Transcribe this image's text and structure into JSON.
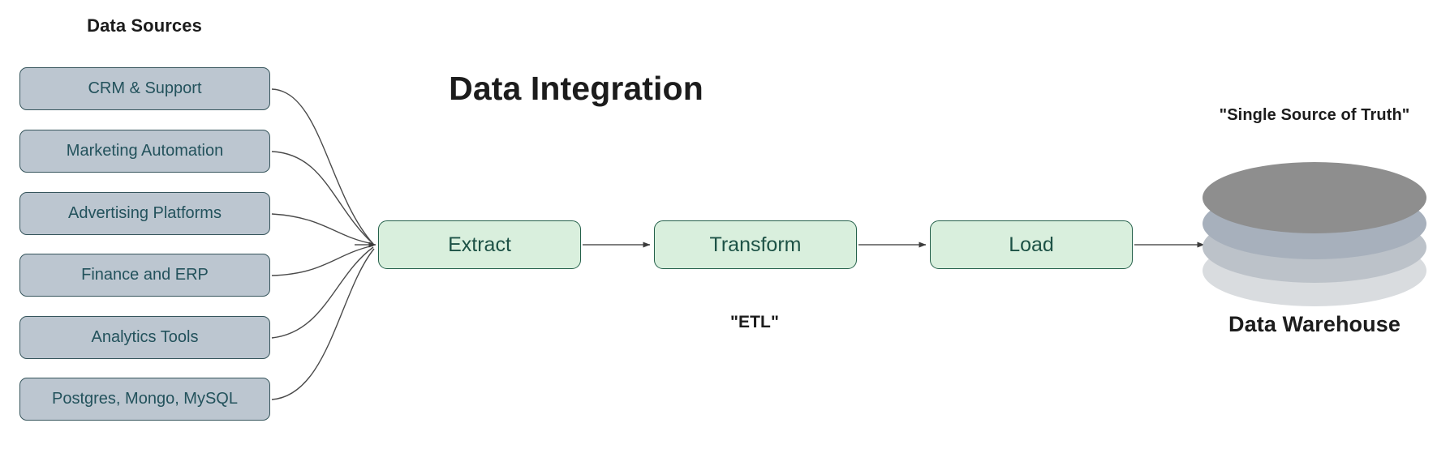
{
  "diagram": {
    "title": "Data Integration",
    "background_color": "#ffffff"
  },
  "sources": {
    "heading": "Data Sources",
    "box_fill": "#bcc6d0",
    "box_border": "#36555c",
    "text_color": "#23525c",
    "items": [
      {
        "label": "CRM & Support"
      },
      {
        "label": "Marketing Automation"
      },
      {
        "label": "Advertising Platforms"
      },
      {
        "label": "Finance and ERP"
      },
      {
        "label": "Analytics Tools"
      },
      {
        "label": "Postgres, Mongo, MySQL"
      }
    ]
  },
  "pipeline": {
    "caption": "\"ETL\"",
    "box_fill": "#d9efdd",
    "box_border": "#24604a",
    "text_color": "#1d5246",
    "stages": [
      {
        "label": "Extract"
      },
      {
        "label": "Transform"
      },
      {
        "label": "Load"
      }
    ]
  },
  "warehouse": {
    "caption_top": "\"Single Source of Truth\"",
    "caption_bottom": "Data Warehouse",
    "disc_colors": [
      "#8e8e8e",
      "#a7b0bc",
      "#bcc2c9",
      "#d9dcdf"
    ]
  },
  "chart_data": {
    "type": "diagram",
    "title": "Data Integration",
    "nodes": [
      {
        "id": "src1",
        "label": "CRM & Support",
        "group": "Data Sources"
      },
      {
        "id": "src2",
        "label": "Marketing Automation",
        "group": "Data Sources"
      },
      {
        "id": "src3",
        "label": "Advertising Platforms",
        "group": "Data Sources"
      },
      {
        "id": "src4",
        "label": "Finance and ERP",
        "group": "Data Sources"
      },
      {
        "id": "src5",
        "label": "Analytics Tools",
        "group": "Data Sources"
      },
      {
        "id": "src6",
        "label": "Postgres, Mongo, MySQL",
        "group": "Data Sources"
      },
      {
        "id": "extract",
        "label": "Extract",
        "group": "ETL"
      },
      {
        "id": "transform",
        "label": "Transform",
        "group": "ETL"
      },
      {
        "id": "load",
        "label": "Load",
        "group": "ETL"
      },
      {
        "id": "warehouse",
        "label": "Data Warehouse",
        "group": "Destination"
      }
    ],
    "edges": [
      {
        "from": "src1",
        "to": "extract"
      },
      {
        "from": "src2",
        "to": "extract"
      },
      {
        "from": "src3",
        "to": "extract"
      },
      {
        "from": "src4",
        "to": "extract"
      },
      {
        "from": "src5",
        "to": "extract"
      },
      {
        "from": "src6",
        "to": "extract"
      },
      {
        "from": "extract",
        "to": "transform"
      },
      {
        "from": "transform",
        "to": "load"
      },
      {
        "from": "load",
        "to": "warehouse"
      }
    ],
    "annotations": [
      "\"ETL\"",
      "\"Single Source of Truth\"",
      "Data Sources"
    ]
  }
}
